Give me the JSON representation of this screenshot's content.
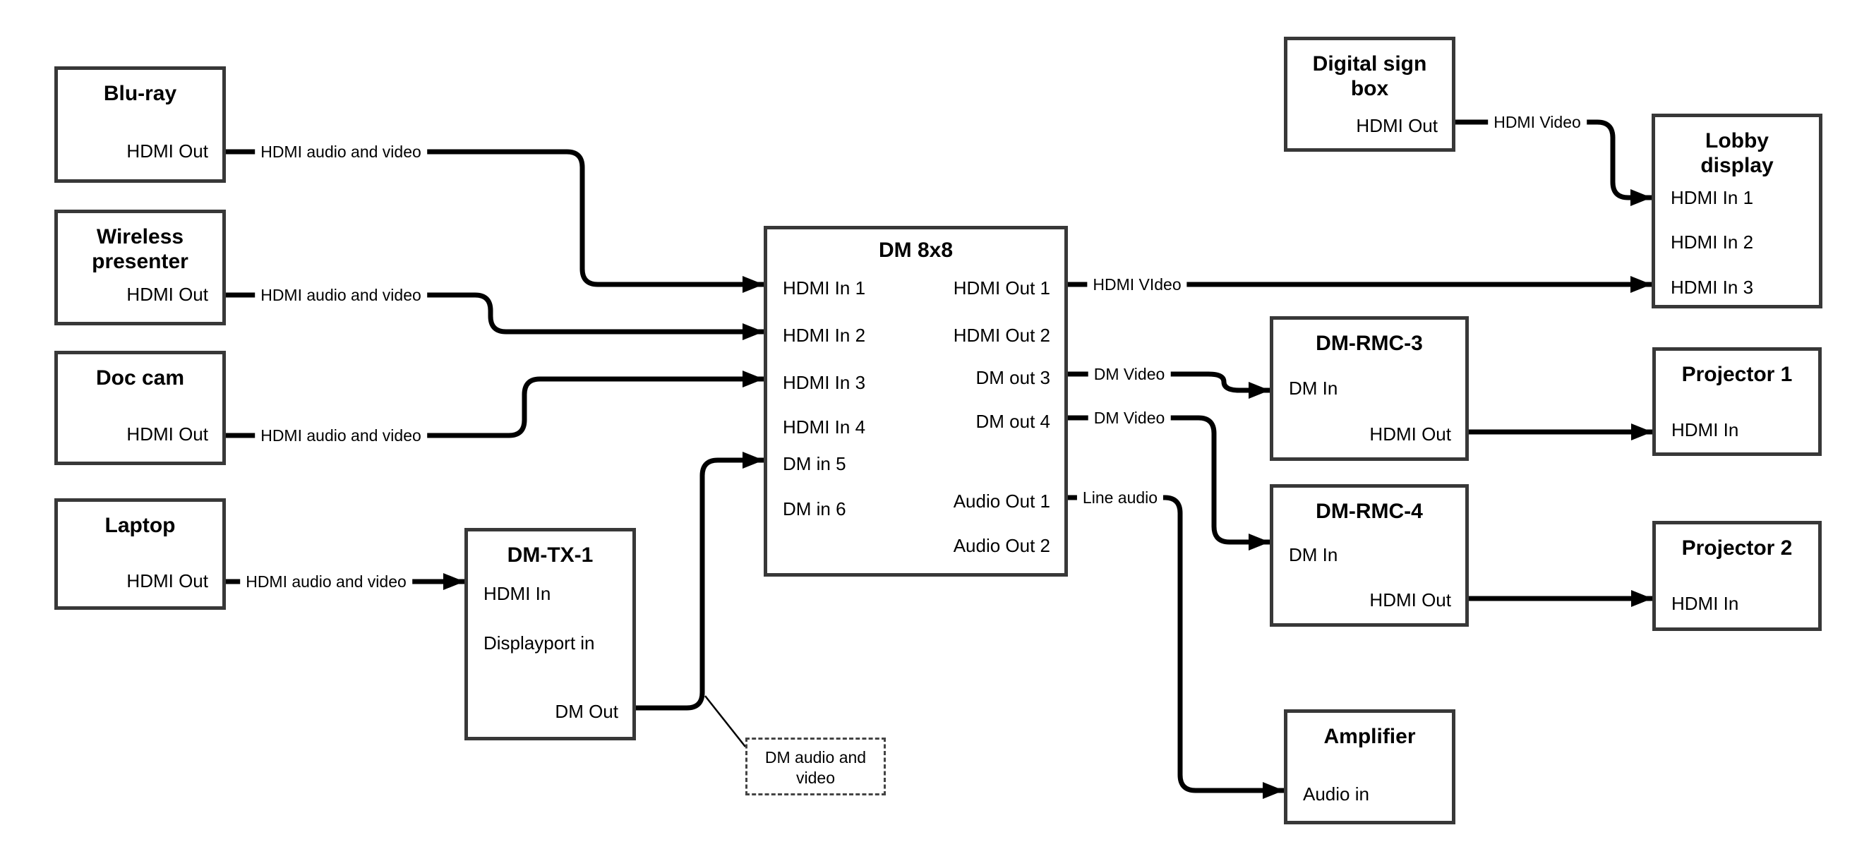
{
  "diagram": {
    "background": "#ffffff",
    "line_color": "#000000",
    "box_border_color": "#383838",
    "nodes": {
      "bluray": {
        "title_lines": [
          "Blu-ray"
        ],
        "ports": {
          "hdmi_out": "HDMI Out"
        }
      },
      "wireless_presenter": {
        "title_lines": [
          "Wireless",
          "presenter"
        ],
        "ports": {
          "hdmi_out": "HDMI Out"
        }
      },
      "doc_cam": {
        "title_lines": [
          "Doc cam"
        ],
        "ports": {
          "hdmi_out": "HDMI Out"
        }
      },
      "laptop": {
        "title_lines": [
          "Laptop"
        ],
        "ports": {
          "hdmi_out": "HDMI Out"
        }
      },
      "dm_tx_1": {
        "title_lines": [
          "DM-TX-1"
        ],
        "ports": {
          "hdmi_in": "HDMI In",
          "displayport_in": "Displayport in",
          "dm_out": "DM Out"
        }
      },
      "dm_8x8": {
        "title_lines": [
          "DM 8x8"
        ],
        "ports": {
          "hdmi_in_1": "HDMI In 1",
          "hdmi_in_2": "HDMI In 2",
          "hdmi_in_3": "HDMI In 3",
          "hdmi_in_4": "HDMI In 4",
          "dm_in_5": "DM in 5",
          "dm_in_6": "DM in 6",
          "hdmi_out_1": "HDMI Out 1",
          "hdmi_out_2": "HDMI Out 2",
          "dm_out_3": "DM out 3",
          "dm_out_4": "DM out 4",
          "audio_out_1": "Audio Out 1",
          "audio_out_2": "Audio Out 2"
        }
      },
      "digital_sign_box": {
        "title_lines": [
          "Digital sign",
          "box"
        ],
        "ports": {
          "hdmi_out": "HDMI Out"
        }
      },
      "lobby_display": {
        "title_lines": [
          "Lobby",
          "display"
        ],
        "ports": {
          "hdmi_in_1": "HDMI In 1",
          "hdmi_in_2": "HDMI In 2",
          "hdmi_in_3": "HDMI In 3"
        }
      },
      "dm_rmc_3": {
        "title_lines": [
          "DM-RMC-3"
        ],
        "ports": {
          "dm_in": "DM In",
          "hdmi_out": "HDMI Out"
        }
      },
      "projector_1": {
        "title_lines": [
          "Projector 1"
        ],
        "ports": {
          "hdmi_in": "HDMI In"
        }
      },
      "dm_rmc_4": {
        "title_lines": [
          "DM-RMC-4"
        ],
        "ports": {
          "dm_in": "DM In",
          "hdmi_out": "HDMI Out"
        }
      },
      "projector_2": {
        "title_lines": [
          "Projector 2"
        ],
        "ports": {
          "hdmi_in": "HDMI In"
        }
      },
      "amplifier": {
        "title_lines": [
          "Amplifier"
        ],
        "ports": {
          "audio_in": "Audio in"
        }
      }
    },
    "annotation": {
      "line1": "DM audio and",
      "line2": "video"
    },
    "edges": [
      {
        "from": "Blu-ray.HDMI Out",
        "to": "DM 8x8.HDMI In 1",
        "label": "HDMI audio and video"
      },
      {
        "from": "Wireless presenter.HDMI Out",
        "to": "DM 8x8.HDMI In 2",
        "label": "HDMI audio and video"
      },
      {
        "from": "Doc cam.HDMI Out",
        "to": "DM 8x8.HDMI In 3",
        "label": "HDMI audio and video"
      },
      {
        "from": "Laptop.HDMI Out",
        "to": "DM-TX-1.HDMI In",
        "label": "HDMI audio and video"
      },
      {
        "from": "DM-TX-1.DM Out",
        "to": "DM 8x8.DM in 5",
        "label": "",
        "annotation": "DM audio and video"
      },
      {
        "from": "DM 8x8.HDMI Out 1",
        "to": "Lobby display.HDMI In 3",
        "label": "HDMI VIdeo"
      },
      {
        "from": "Digital sign box.HDMI Out",
        "to": "Lobby display.HDMI In 1",
        "label": "HDMI Video"
      },
      {
        "from": "DM 8x8.DM out 3",
        "to": "DM-RMC-3.DM In",
        "label": "DM Video"
      },
      {
        "from": "DM 8x8.DM out 4",
        "to": "DM-RMC-4.DM In",
        "label": "DM Video"
      },
      {
        "from": "DM 8x8.Audio Out 1",
        "to": "Amplifier.Audio in",
        "label": "Line audio"
      },
      {
        "from": "DM-RMC-3.HDMI Out",
        "to": "Projector 1.HDMI In",
        "label": ""
      },
      {
        "from": "DM-RMC-4.HDMI Out",
        "to": "Projector 2.HDMI In",
        "label": ""
      }
    ]
  }
}
